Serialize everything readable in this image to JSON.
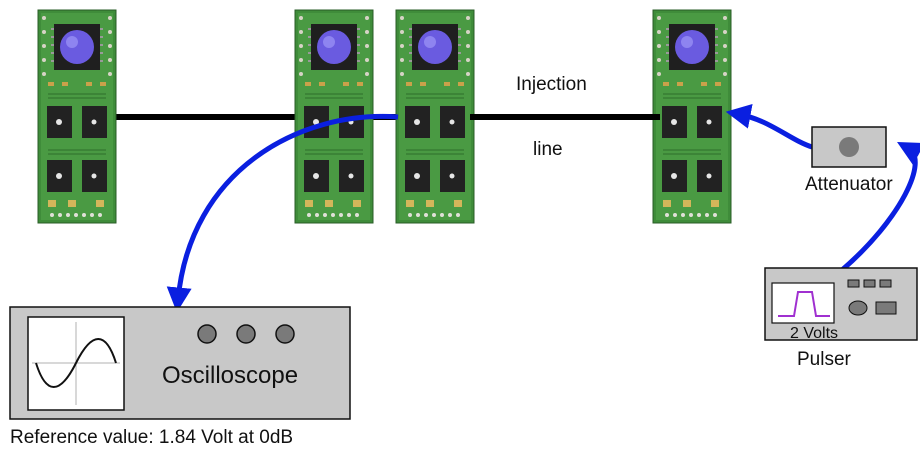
{
  "line_labels": {
    "top": "Injection",
    "bottom": "line"
  },
  "attenuator": {
    "label": "Attenuator"
  },
  "oscilloscope": {
    "label": "Oscilloscope"
  },
  "pulser": {
    "label": "Pulser",
    "display": "2 Volts"
  },
  "reference_note": "Reference value: 1.84 Volt at 0dB",
  "colors": {
    "cable": "#0a1fe0",
    "injection_line": "#000000",
    "instrument_fill": "#c8c8c8",
    "pulse_trace": "#a030d0",
    "board_green": "#3f8c3a",
    "chip_purple": "#6a5be0"
  },
  "icons": [
    "board",
    "chip",
    "knob",
    "sine-wave",
    "pulse-wave",
    "arrow"
  ]
}
